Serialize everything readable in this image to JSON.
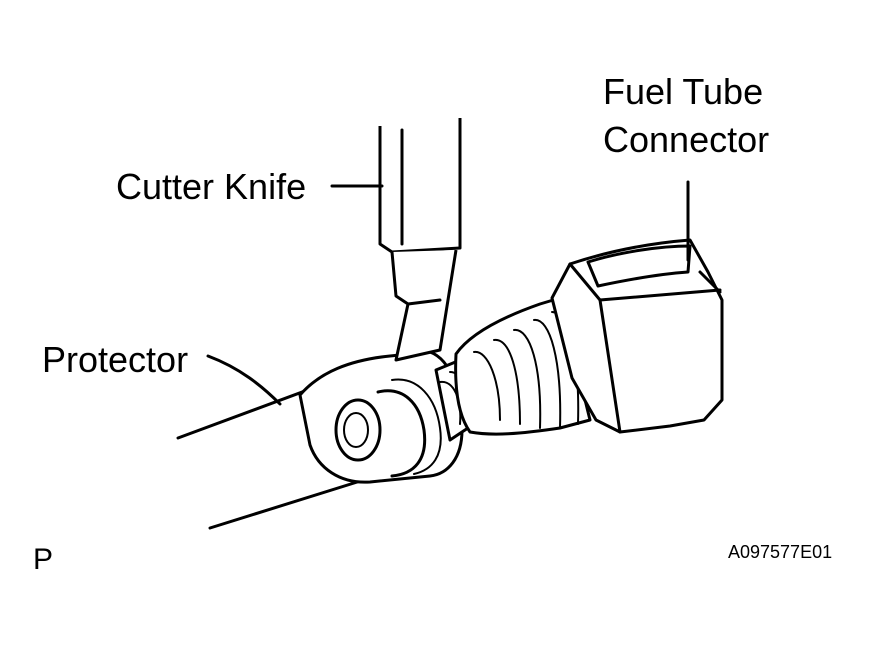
{
  "labels": {
    "fuel_tube_connector_line1": "Fuel Tube",
    "fuel_tube_connector_line2": "Connector",
    "cutter_knife": "Cutter Knife",
    "protector": "Protector",
    "page_marker": "P",
    "figure_code": "A097577E01"
  }
}
